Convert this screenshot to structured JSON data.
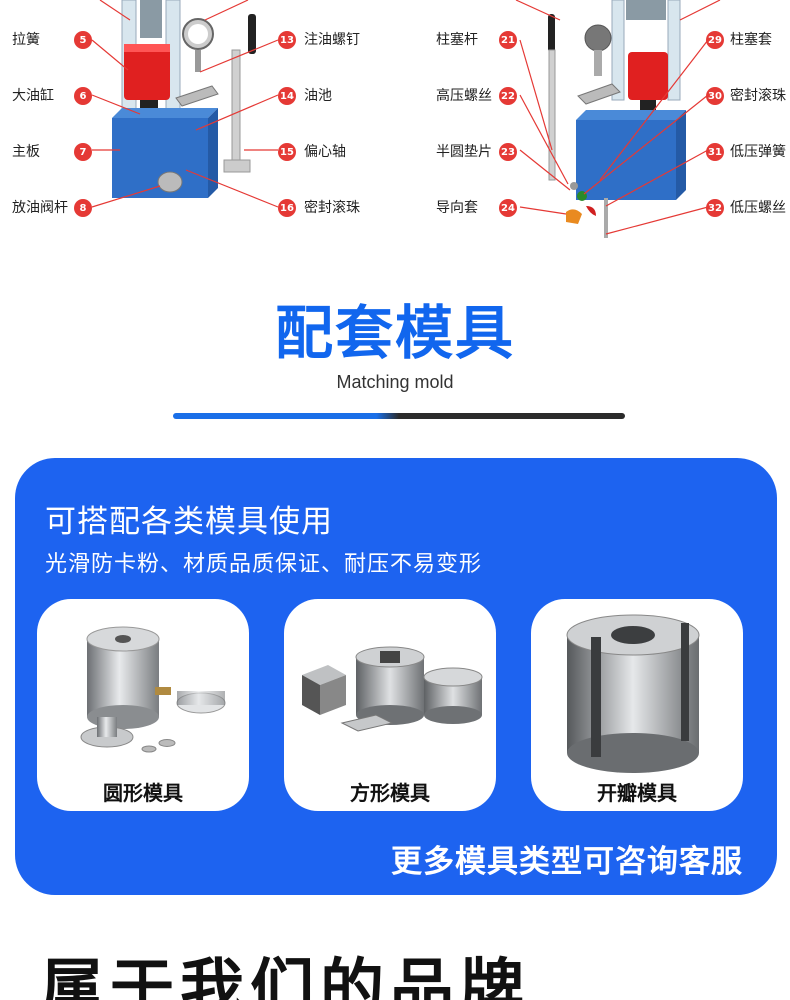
{
  "parts_left": [
    {
      "num": "5",
      "name": "拉簧"
    },
    {
      "num": "6",
      "name": "大油缸"
    },
    {
      "num": "7",
      "name": "主板"
    },
    {
      "num": "8",
      "name": "放油阀杆"
    }
  ],
  "parts_mid": [
    {
      "num": "13",
      "name": "注油螺钉"
    },
    {
      "num": "14",
      "name": "油池"
    },
    {
      "num": "15",
      "name": "偏心轴"
    },
    {
      "num": "16",
      "name": "密封滚珠"
    }
  ],
  "parts_right_a": [
    {
      "num": "21",
      "name": "柱塞杆"
    },
    {
      "num": "22",
      "name": "高压螺丝"
    },
    {
      "num": "23",
      "name": "半圆垫片"
    },
    {
      "num": "24",
      "name": "导向套"
    }
  ],
  "parts_right_b": [
    {
      "num": "29",
      "name": "柱塞套"
    },
    {
      "num": "30",
      "name": "密封滚珠"
    },
    {
      "num": "31",
      "name": "低压弹簧"
    },
    {
      "num": "32",
      "name": "低压螺丝"
    }
  ],
  "section": {
    "title": "配套模具",
    "subtitle": "Matching mold"
  },
  "card": {
    "headline": "可搭配各类模具使用",
    "features": "光滑防卡粉、材质品质保证、耐压不易变形",
    "footer": "更多模具类型可咨询客服",
    "molds": [
      {
        "label": "圆形模具",
        "icon": "round-mold-icon"
      },
      {
        "label": "方形模具",
        "icon": "square-mold-icon"
      },
      {
        "label": "开瓣模具",
        "icon": "split-mold-icon"
      }
    ]
  },
  "brand_heading": "属于我们的品牌",
  "colors": {
    "accent_blue": "#1d63f0",
    "badge_red": "#e53935",
    "title_blue": "#1166ee"
  }
}
